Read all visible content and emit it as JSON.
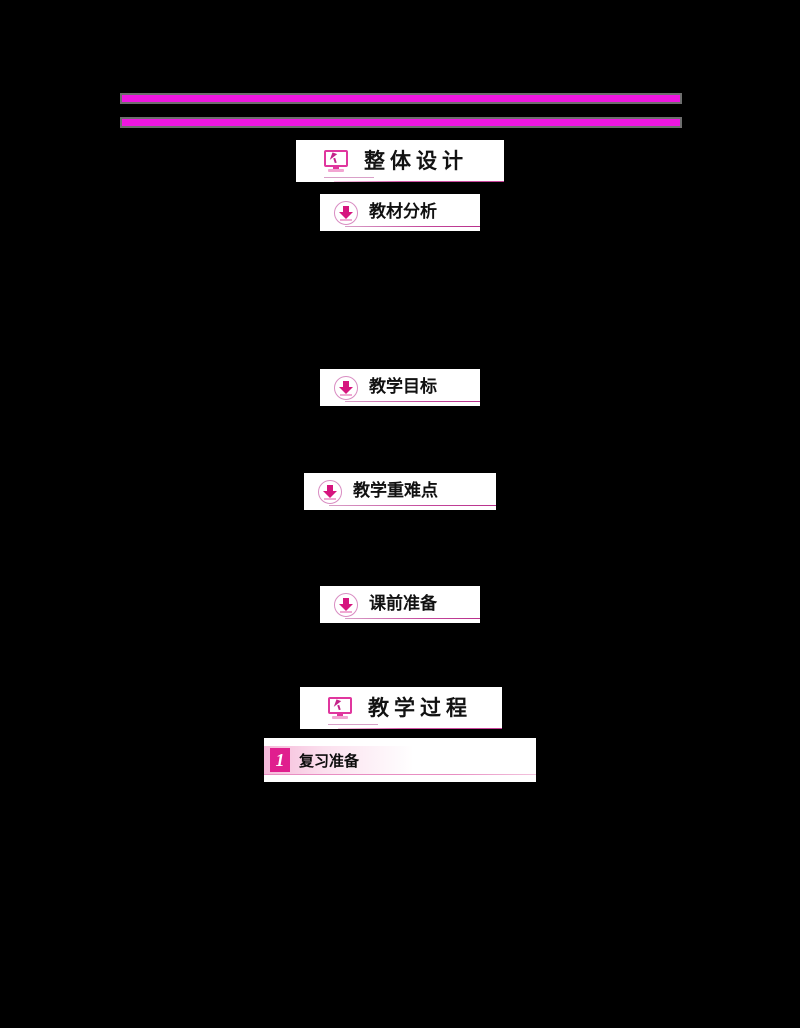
{
  "document": {
    "background_color": "#000000",
    "accent_magenta": "#ee16e0",
    "accent_pink": "#d6157f",
    "rule_border_color": "#6e6e6e"
  },
  "top_rules": [
    {
      "name": "decorative-rule-upper"
    },
    {
      "name": "decorative-rule-lower"
    }
  ],
  "sections": [
    {
      "id": "overall-design",
      "title": "整体设计",
      "icon": "monitor-icon"
    },
    {
      "id": "teaching-process",
      "title": "教学过程",
      "icon": "monitor-icon"
    }
  ],
  "subsections": [
    {
      "id": "textbook-analysis",
      "title": "教材分析",
      "icon": "down-arrow-icon"
    },
    {
      "id": "teaching-objectives",
      "title": "教学目标",
      "icon": "down-arrow-icon"
    },
    {
      "id": "key-difficult-points",
      "title": "教学重难点",
      "icon": "down-arrow-icon"
    },
    {
      "id": "pre-class-preparation",
      "title": "课前准备",
      "icon": "down-arrow-icon"
    }
  ],
  "steps": [
    {
      "id": "review-preparation",
      "number": "1",
      "title": "复习准备"
    }
  ]
}
